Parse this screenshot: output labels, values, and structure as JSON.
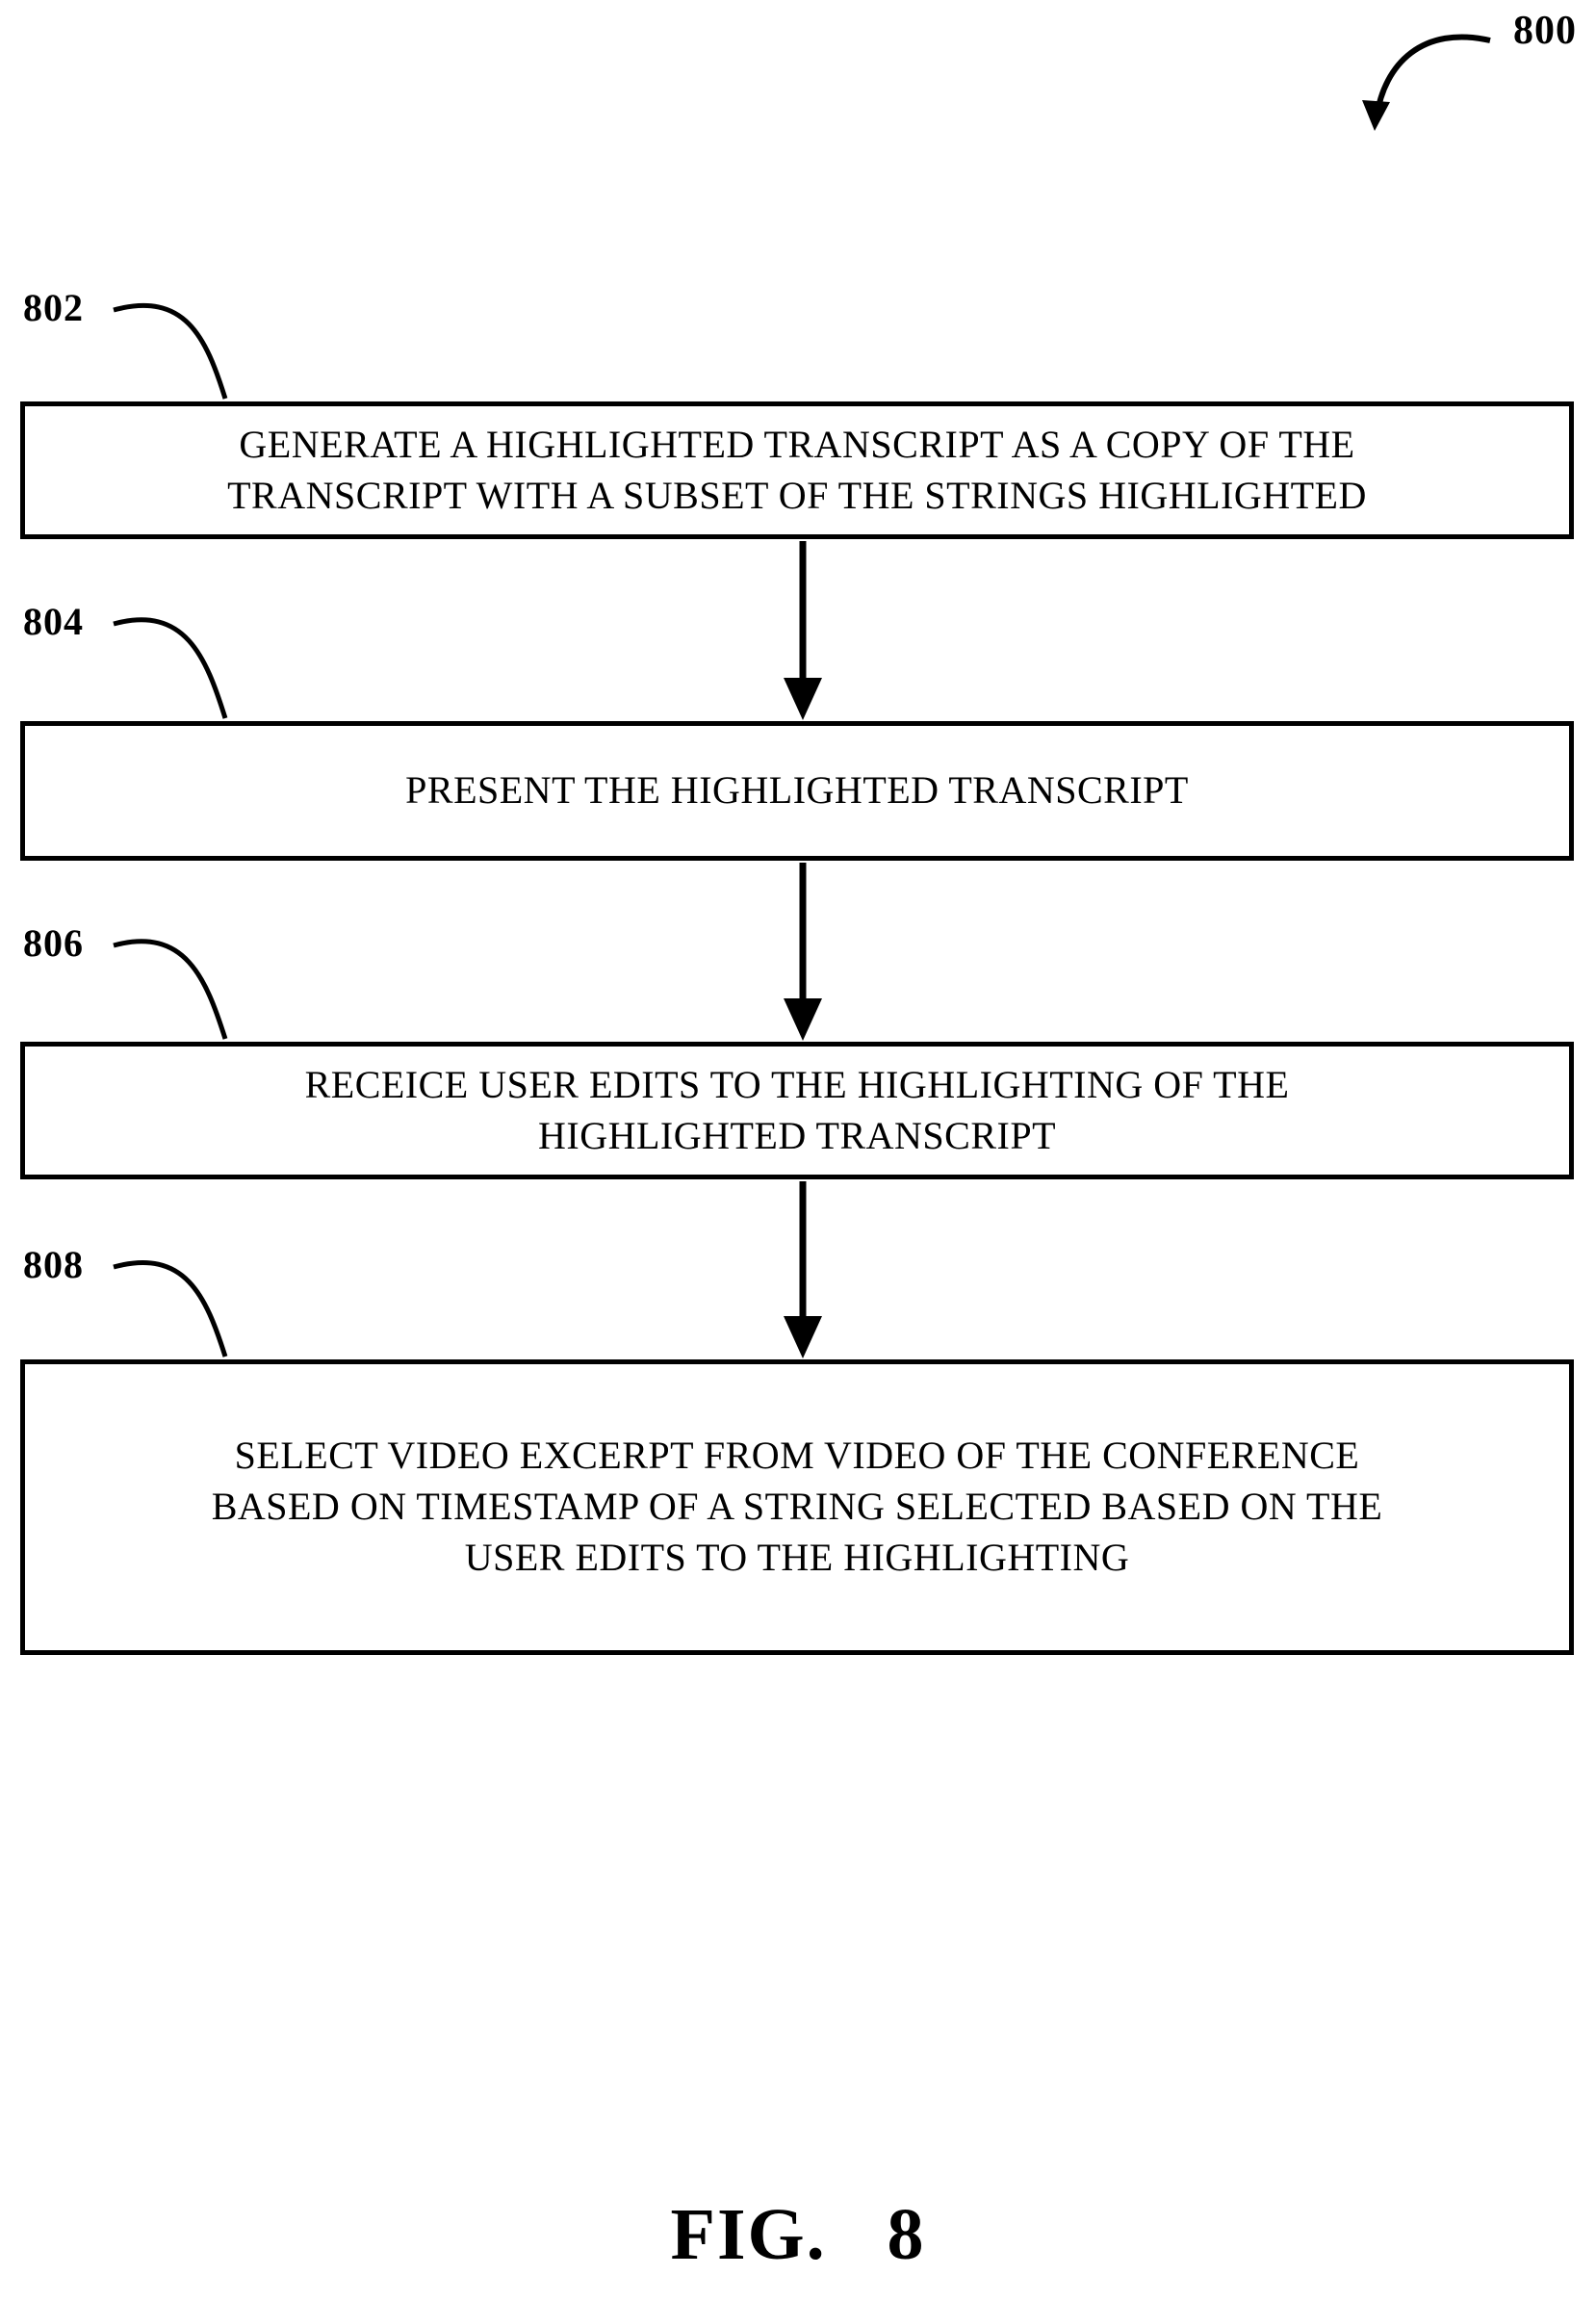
{
  "figure": {
    "reference": "800",
    "caption": "FIG. 8",
    "colors": {
      "ink": "#000000",
      "background": "#ffffff"
    },
    "steps": [
      {
        "ref": "802",
        "text": "GENERATE A HIGHLIGHTED TRANSCRIPT AS A COPY OF THE\nTRANSCRIPT WITH A SUBSET OF THE STRINGS HIGHLIGHTED"
      },
      {
        "ref": "804",
        "text": "PRESENT THE HIGHLIGHTED TRANSCRIPT"
      },
      {
        "ref": "806",
        "text": "RECEICE USER EDITS TO THE HIGHLIGHTING OF THE\nHIGHLIGHTED TRANSCRIPT"
      },
      {
        "ref": "808",
        "text": "SELECT VIDEO EXCERPT FROM VIDEO OF THE CONFERENCE\nBASED ON TIMESTAMP OF A STRING SELECTED BASED ON THE\nUSER EDITS TO THE HIGHLIGHTING"
      }
    ]
  }
}
